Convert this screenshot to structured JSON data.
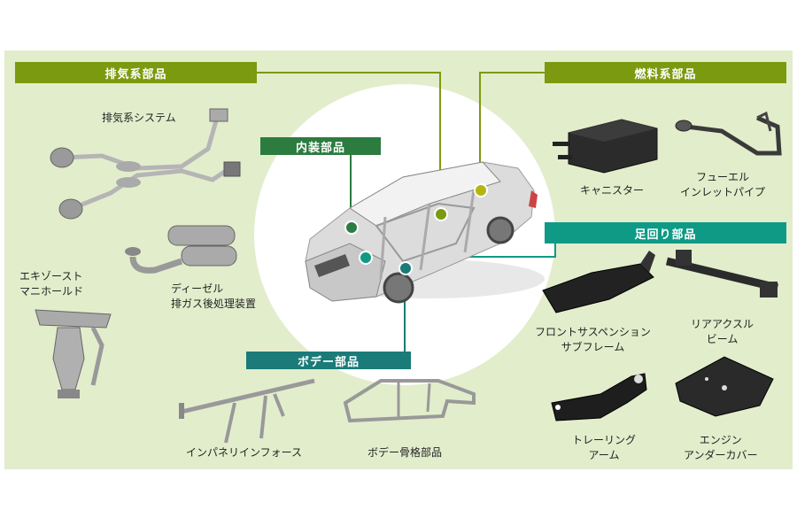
{
  "categories": {
    "exhaust": {
      "title": "排気系部品",
      "color": "#7b9a0f"
    },
    "interior": {
      "title": "内装部品",
      "color": "#2c7b3f"
    },
    "fuel": {
      "title": "燃料系部品",
      "color": "#7b9a0f"
    },
    "chassis": {
      "title": "足回り部品",
      "color": "#0f9a86"
    },
    "body": {
      "title": "ボデー部品",
      "color": "#1a7b78"
    }
  },
  "parts": {
    "exhaust_system": "排気系システム",
    "diesel_line1": "ディーゼル",
    "diesel_line2": "排ガス後処理装置",
    "manifold_line1": "エキゾースト",
    "manifold_line2": "マニホールド",
    "canister": "キャニスター",
    "fuel_pipe_line1": "フューエル",
    "fuel_pipe_line2": "インレットパイプ",
    "subframe_line1": "フロントサスペンション",
    "subframe_line2": "サブフレーム",
    "rear_beam_line1": "リアアクスル",
    "rear_beam_line2": "ビーム",
    "trailing_arm_line1": "トレーリング",
    "trailing_arm_line2": "アーム",
    "under_cover_line1": "エンジン",
    "under_cover_line2": "アンダーカバー",
    "instrument_panel": "インパネリインフォース",
    "body_frame": "ボデー骨格部品"
  }
}
